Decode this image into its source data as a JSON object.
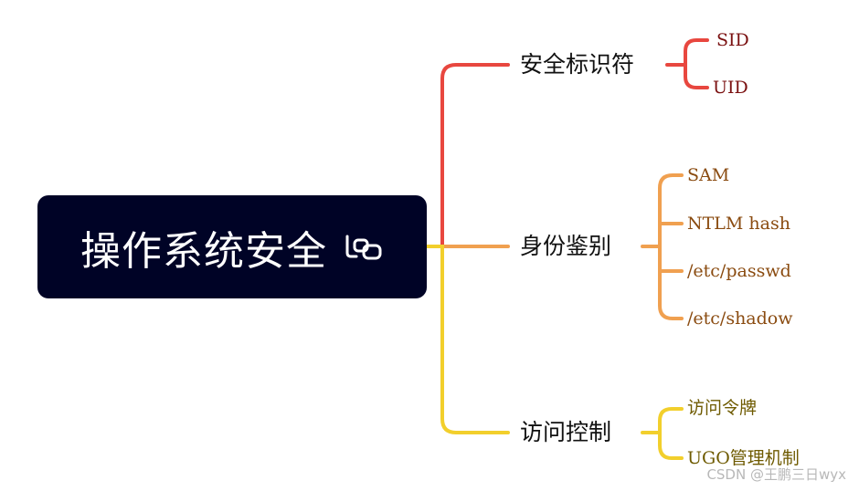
{
  "root": {
    "title": "操作系统安全",
    "icon": "link-icon"
  },
  "colors": {
    "root_bg": "#000326",
    "branch_1": "#e8473f",
    "branch_2": "#f0a050",
    "branch_3": "#f2cf2c",
    "leaf_text_1": "#7a1010",
    "leaf_text_2": "#8a4b10",
    "leaf_text_3": "#6e5a00"
  },
  "branches": [
    {
      "label": "安全标识符",
      "leaves": [
        "SID",
        "UID"
      ]
    },
    {
      "label": "身份鉴别",
      "leaves": [
        "SAM",
        "NTLM hash",
        "/etc/passwd",
        "/etc/shadow"
      ]
    },
    {
      "label": "访问控制",
      "leaves": [
        "访问令牌",
        "UGO管理机制"
      ]
    }
  ],
  "watermark": "CSDN @王鹏三日wyx"
}
